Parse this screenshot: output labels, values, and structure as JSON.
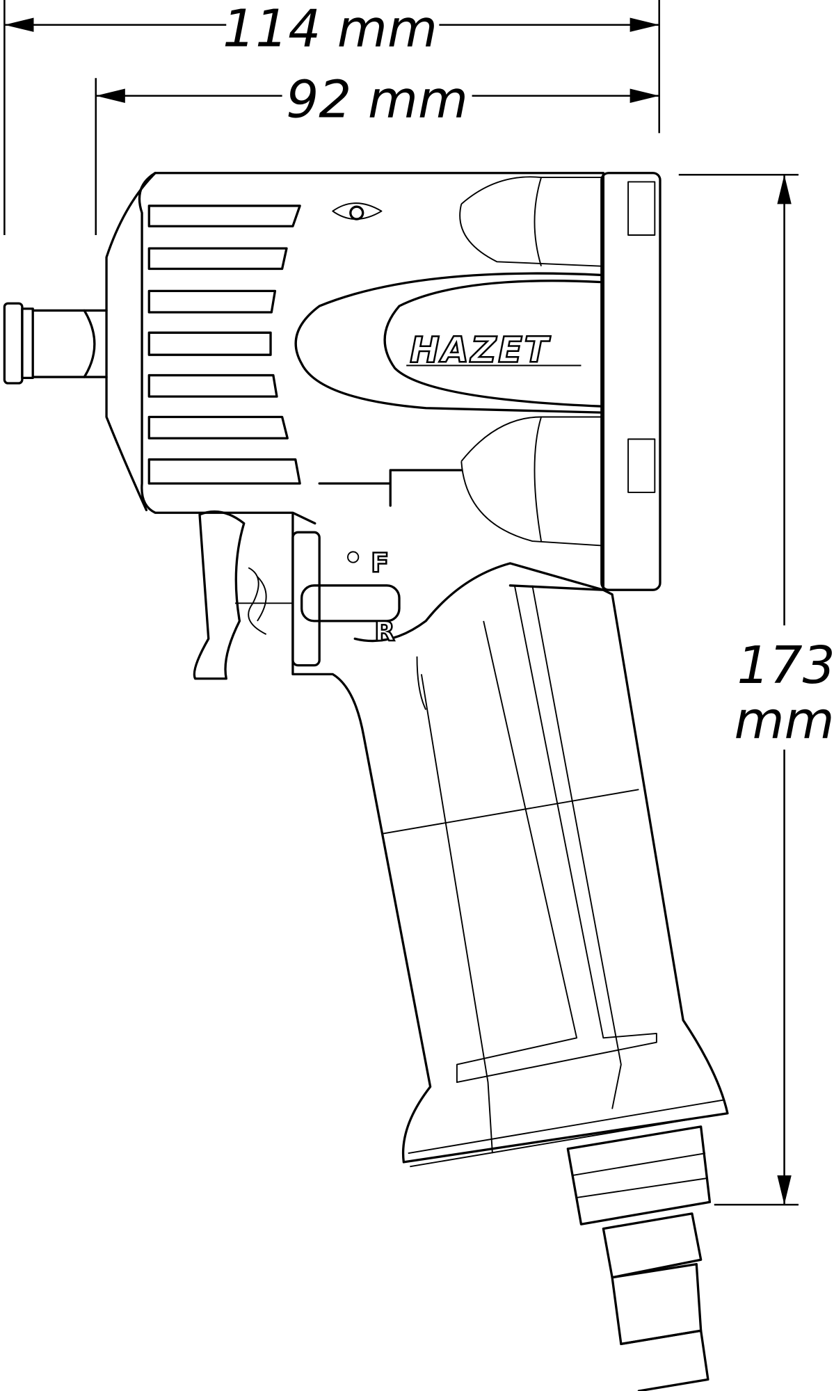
{
  "dimensions": {
    "overall_length": "114 mm",
    "head_length": "92 mm",
    "height_value": "173",
    "height_unit": "mm"
  },
  "tool": {
    "brand_logo": "HAZET",
    "forward_label": "F",
    "reverse_label": "R"
  },
  "colors": {
    "line": "#000000",
    "background": "#ffffff"
  }
}
